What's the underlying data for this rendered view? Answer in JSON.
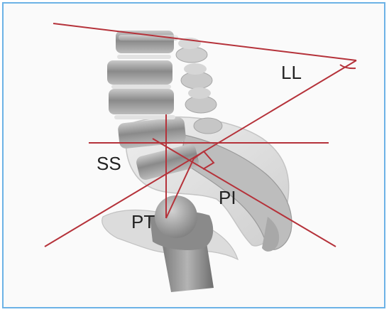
{
  "labels": {
    "ll": "LL",
    "ss": "SS",
    "pi": "PI",
    "pt": "PT"
  },
  "colors": {
    "frame": "#6cb2e6",
    "line": "#b5323a",
    "bone_dark": "#8f8f8f",
    "bone_light": "#d8d8d8"
  }
}
